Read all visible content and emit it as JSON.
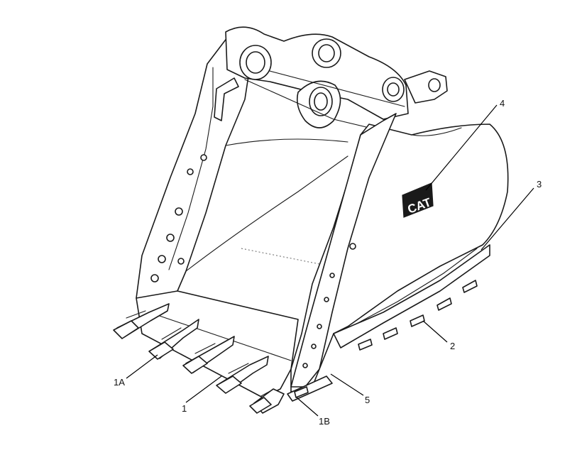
{
  "diagram": {
    "logo_text": "CAT",
    "callouts": [
      {
        "id": "c4",
        "label": "4"
      },
      {
        "id": "c3",
        "label": "3"
      },
      {
        "id": "c2",
        "label": "2"
      },
      {
        "id": "c5",
        "label": "5"
      },
      {
        "id": "c1",
        "label": "1"
      },
      {
        "id": "c1a",
        "label": "1A"
      },
      {
        "id": "c1b",
        "label": "1B"
      }
    ]
  }
}
